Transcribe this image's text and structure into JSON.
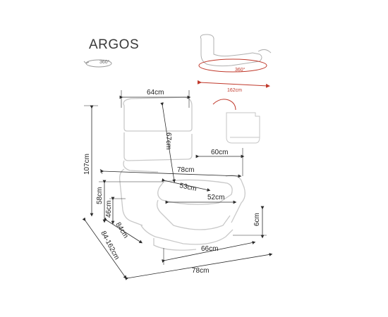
{
  "product": {
    "name": "ARGOS"
  },
  "icons": {
    "rotation_badge": "360°",
    "chair_rotation": "360°"
  },
  "dimensions": {
    "backrest_width": "64cm",
    "backrest_height": "67cm",
    "seat_depth": "60cm",
    "total_width": "78cm",
    "seat_diag": "53cm",
    "seat_width": "52cm",
    "total_height": "107cm",
    "seat_height": "58cm",
    "armrest_height": "46cm",
    "depth": "84cm",
    "depth_reclined": "84-162cm",
    "base_width": "66cm",
    "bottom_width": "78cm",
    "base_height": "6cm",
    "reclined_length": "162cm"
  },
  "colors": {
    "accent_red": "#c0392b",
    "line": "#2b2b2b",
    "sketch": "#8a8a8a"
  }
}
